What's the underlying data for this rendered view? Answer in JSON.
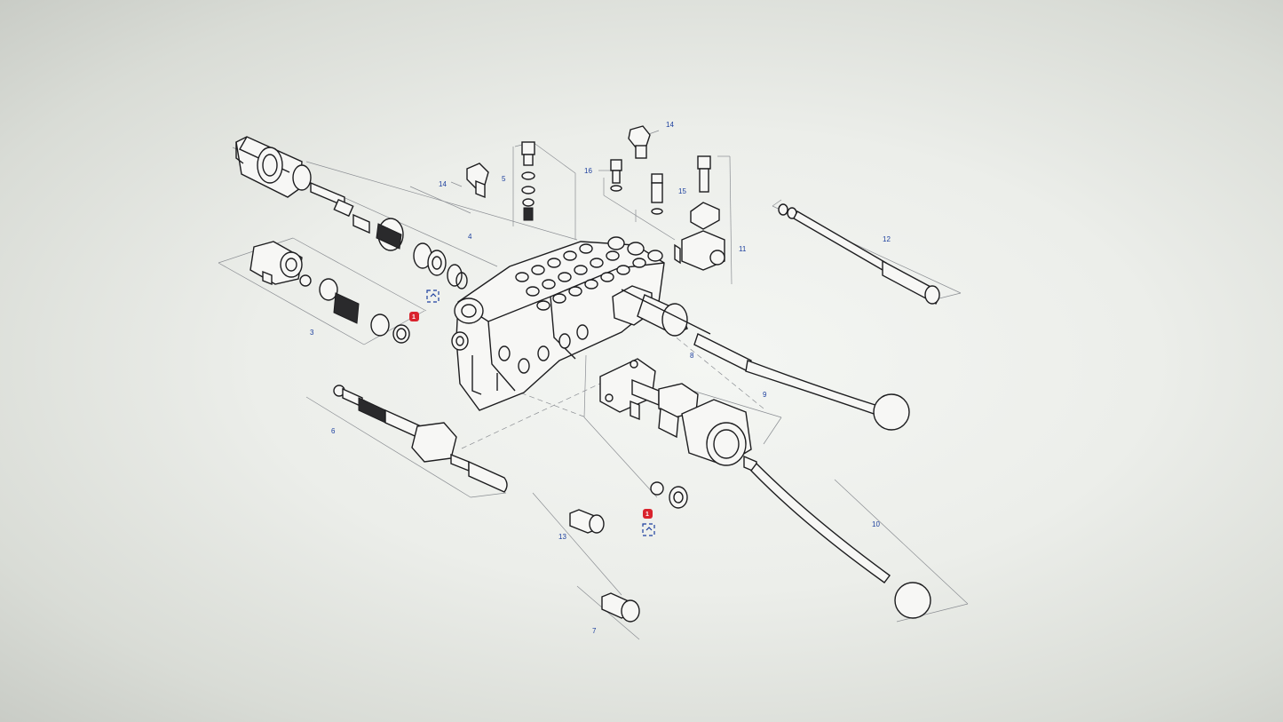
{
  "colors": {
    "callout": "#1c3f9e",
    "badge": "#d9232d",
    "line": "#1d1d1f"
  },
  "callouts": [
    {
      "id": "c14a",
      "label": "14"
    },
    {
      "id": "c14b",
      "label": "14"
    },
    {
      "id": "c5",
      "label": "5"
    },
    {
      "id": "c16",
      "label": "16"
    },
    {
      "id": "c15",
      "label": "15"
    },
    {
      "id": "c4",
      "label": "4"
    },
    {
      "id": "c11",
      "label": "11"
    },
    {
      "id": "c12",
      "label": "12"
    },
    {
      "id": "c3",
      "label": "3"
    },
    {
      "id": "c8",
      "label": "8"
    },
    {
      "id": "c9",
      "label": "9"
    },
    {
      "id": "c6",
      "label": "6"
    },
    {
      "id": "c10",
      "label": "10"
    },
    {
      "id": "c13",
      "label": "13"
    },
    {
      "id": "c7",
      "label": "7"
    }
  ],
  "badges": [
    {
      "id": "b1",
      "label": "1"
    },
    {
      "id": "b2",
      "label": "1"
    }
  ],
  "icons": [
    "expand-icon",
    "expand-icon"
  ]
}
